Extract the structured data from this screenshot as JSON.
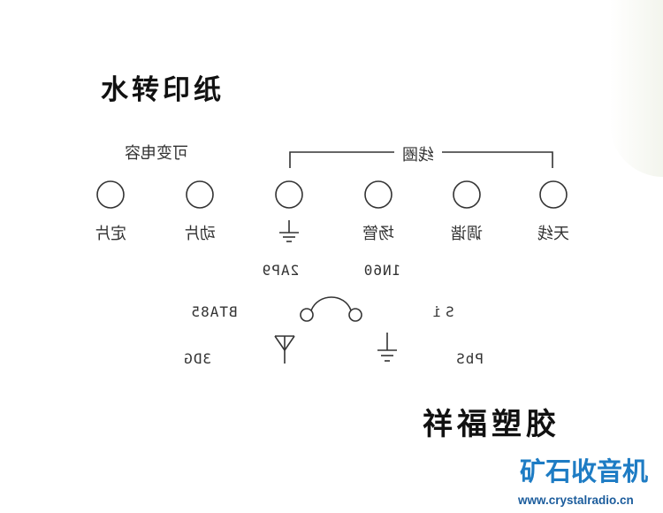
{
  "title": "水转印纸",
  "capacitor_group": {
    "label": "可变电容"
  },
  "coil_group": {
    "label": "线圈"
  },
  "terminals": [
    {
      "label": "定片"
    },
    {
      "label": "动片"
    },
    {
      "label": "",
      "symbol": "ground-icon"
    },
    {
      "label": "场管"
    },
    {
      "label": "调谐"
    },
    {
      "label": "天线"
    }
  ],
  "components": {
    "c1": "2AP9",
    "c2": "1N60",
    "c3": "BTA85",
    "c4": "Si",
    "c5": "3DG",
    "c6": "PbS"
  },
  "icons": [
    "ground-icon",
    "cat-whisker-icon",
    "antenna-icon"
  ],
  "maker": "祥福塑胶",
  "brand": {
    "name": "矿石收音机",
    "url": "www.crystalradio.cn",
    "name_color": "#1e7cc4",
    "url_color": "#1b5c9c"
  }
}
